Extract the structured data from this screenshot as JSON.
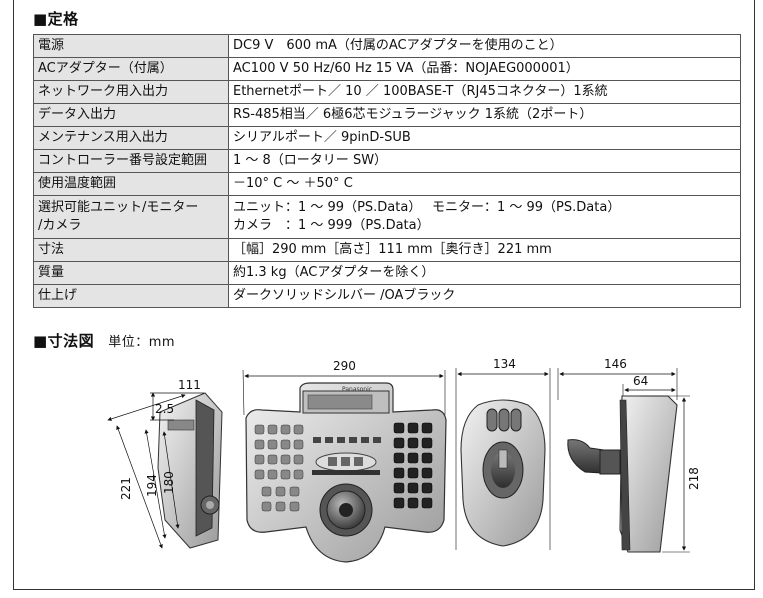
{
  "spec_heading": "■定格",
  "spec_rows": [
    {
      "label": "電源",
      "value": "DC9 V　600 mA（付属のACアダプターを使用のこと）"
    },
    {
      "label": "ACアダプター（付属）",
      "value": "AC100 V 50 Hz/60 Hz 15 VA（品番：NOJAEG000001）"
    },
    {
      "label": "ネットワーク用入出力",
      "value": "Ethernetポート／ 10 ／ 100BASE-T（RJ45コネクター）1系統"
    },
    {
      "label": "データ入出力",
      "value": "RS-485相当／ 6極6芯モジュラージャック 1系統（2ポート）"
    },
    {
      "label": "メンテナンス用入出力",
      "value": "シリアルポート／ 9pinD-SUB"
    },
    {
      "label": "コントローラー番号設定範囲",
      "value": "1 ～ 8（ロータリー SW）"
    },
    {
      "label": "使用温度範囲",
      "value": "－10° C ～ ＋50° C"
    }
  ],
  "selectable_row": {
    "label_line1": "選択可能ユニット/モニター",
    "label_line2": "/カメラ",
    "value_line1": "ユニット：1 ～ 99（PS.Data）　 モニター：1 ～ 99（PS.Data）",
    "value_line2": "カメラ　：1 ～ 999（PS.Data）"
  },
  "spec_rows_tail": [
    {
      "label": "寸法",
      "value": "［幅］290 mm［高さ］111 mm［奥行き］221 mm"
    },
    {
      "label": "質量",
      "value": "約1.3 kg（ACアダプターを除く）"
    },
    {
      "label": "仕上げ",
      "value": "ダークソリッドシルバー /OAブラック"
    }
  ],
  "dimension_heading": "■寸法図",
  "dimension_unit": "単位：mm",
  "dimensions": {
    "side_height": "111",
    "side_offset": "2.5",
    "side_depth_221": "221",
    "side_depth_194": "194",
    "side_depth_180": "180",
    "front_width": "290",
    "bottom_width": "134",
    "right_width": "146",
    "right_inner": "64",
    "right_height": "218"
  },
  "brand_text": "Panasonic"
}
